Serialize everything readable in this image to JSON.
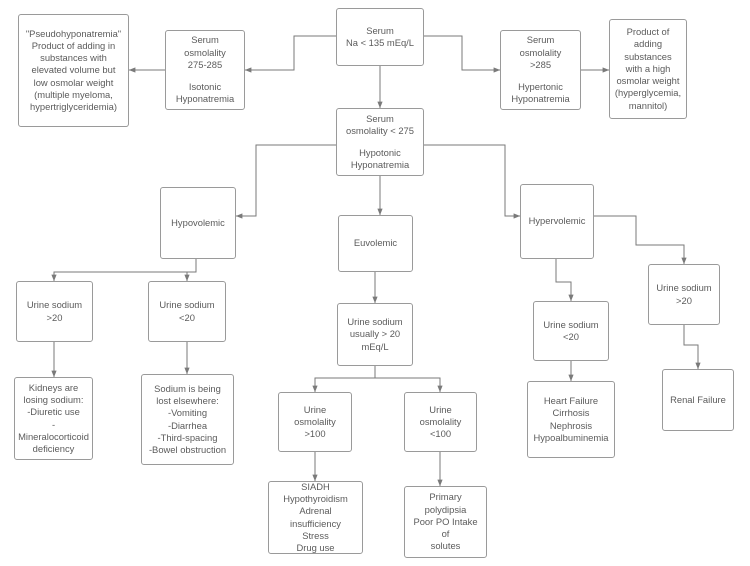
{
  "diagram": {
    "title": "Hyponatremia diagnostic algorithm",
    "style": {
      "box_border_color": "#9a9a9a",
      "text_color": "#5b5b5b",
      "connector_color": "#7a7a7a",
      "background": "#ffffff"
    },
    "nodes": {
      "serum_na": {
        "line1": "Serum",
        "line2": "Na < 135 mEq/L"
      },
      "iso_osm": {
        "line1": "Serum\nosmolality\n275-285",
        "line2": "Isotonic\nHyponatremia"
      },
      "pseudo": {
        "text": "\"Pseudohyponatremia\"\nProduct of adding in\nsubstances with\nelevated volume but\nlow osmolar weight\n(multiple myeloma,\nhypertriglyceridemia)"
      },
      "hyper_osm": {
        "line1": "Serum\nosmolality\n>285",
        "line2": "Hypertonic\nHyponatremia"
      },
      "high_osmolar": {
        "text": "Product of\nadding\nsubstances\nwith a high\nosmolar weight\n(hyperglycemia,\nmannitol)"
      },
      "hypo_osm": {
        "line1": "Serum\nosmolality < 275",
        "line2": "Hypotonic\nHyponatremia"
      },
      "hypovolemic": {
        "text": "Hypovolemic"
      },
      "euvolemic": {
        "text": "Euvolemic"
      },
      "hypervolemic": {
        "text": "Hypervolemic"
      },
      "urine_na_gt20_left": {
        "text": "Urine sodium\n>20"
      },
      "urine_na_lt20_left": {
        "text": "Urine sodium\n<20"
      },
      "kidneys_losing": {
        "text": "Kidneys are\nlosing sodium:\n-Diuretic use\n-Mineralocorticoid\ndeficiency"
      },
      "sodium_lost_elsewhere": {
        "text": "Sodium is being\nlost elsewhere:\n-Vomiting\n-Diarrhea\n-Third-spacing\n-Bowel obstruction"
      },
      "urine_na_eu": {
        "text": "Urine sodium\nusually > 20\nmEq/L"
      },
      "urine_osm_gt100": {
        "text": "Urine\nosmolality\n>100"
      },
      "urine_osm_lt100": {
        "text": "Urine\nosmolality\n<100"
      },
      "siadh": {
        "text": "SIADH\nHypothyroidism\nAdrenal insufficiency\nStress\nDrug use"
      },
      "polydipsia": {
        "text": "Primary polydipsia\nPoor PO Intake of\nsolutes"
      },
      "urine_na_lt20_right": {
        "text": "Urine sodium\n<20"
      },
      "urine_na_gt20_right": {
        "text": "Urine sodium\n>20"
      },
      "heart_failure": {
        "text": "Heart Failure\nCirrhosis\nNephrosis\nHypoalbuminemia"
      },
      "renal_failure": {
        "text": "Renal Failure"
      }
    }
  }
}
